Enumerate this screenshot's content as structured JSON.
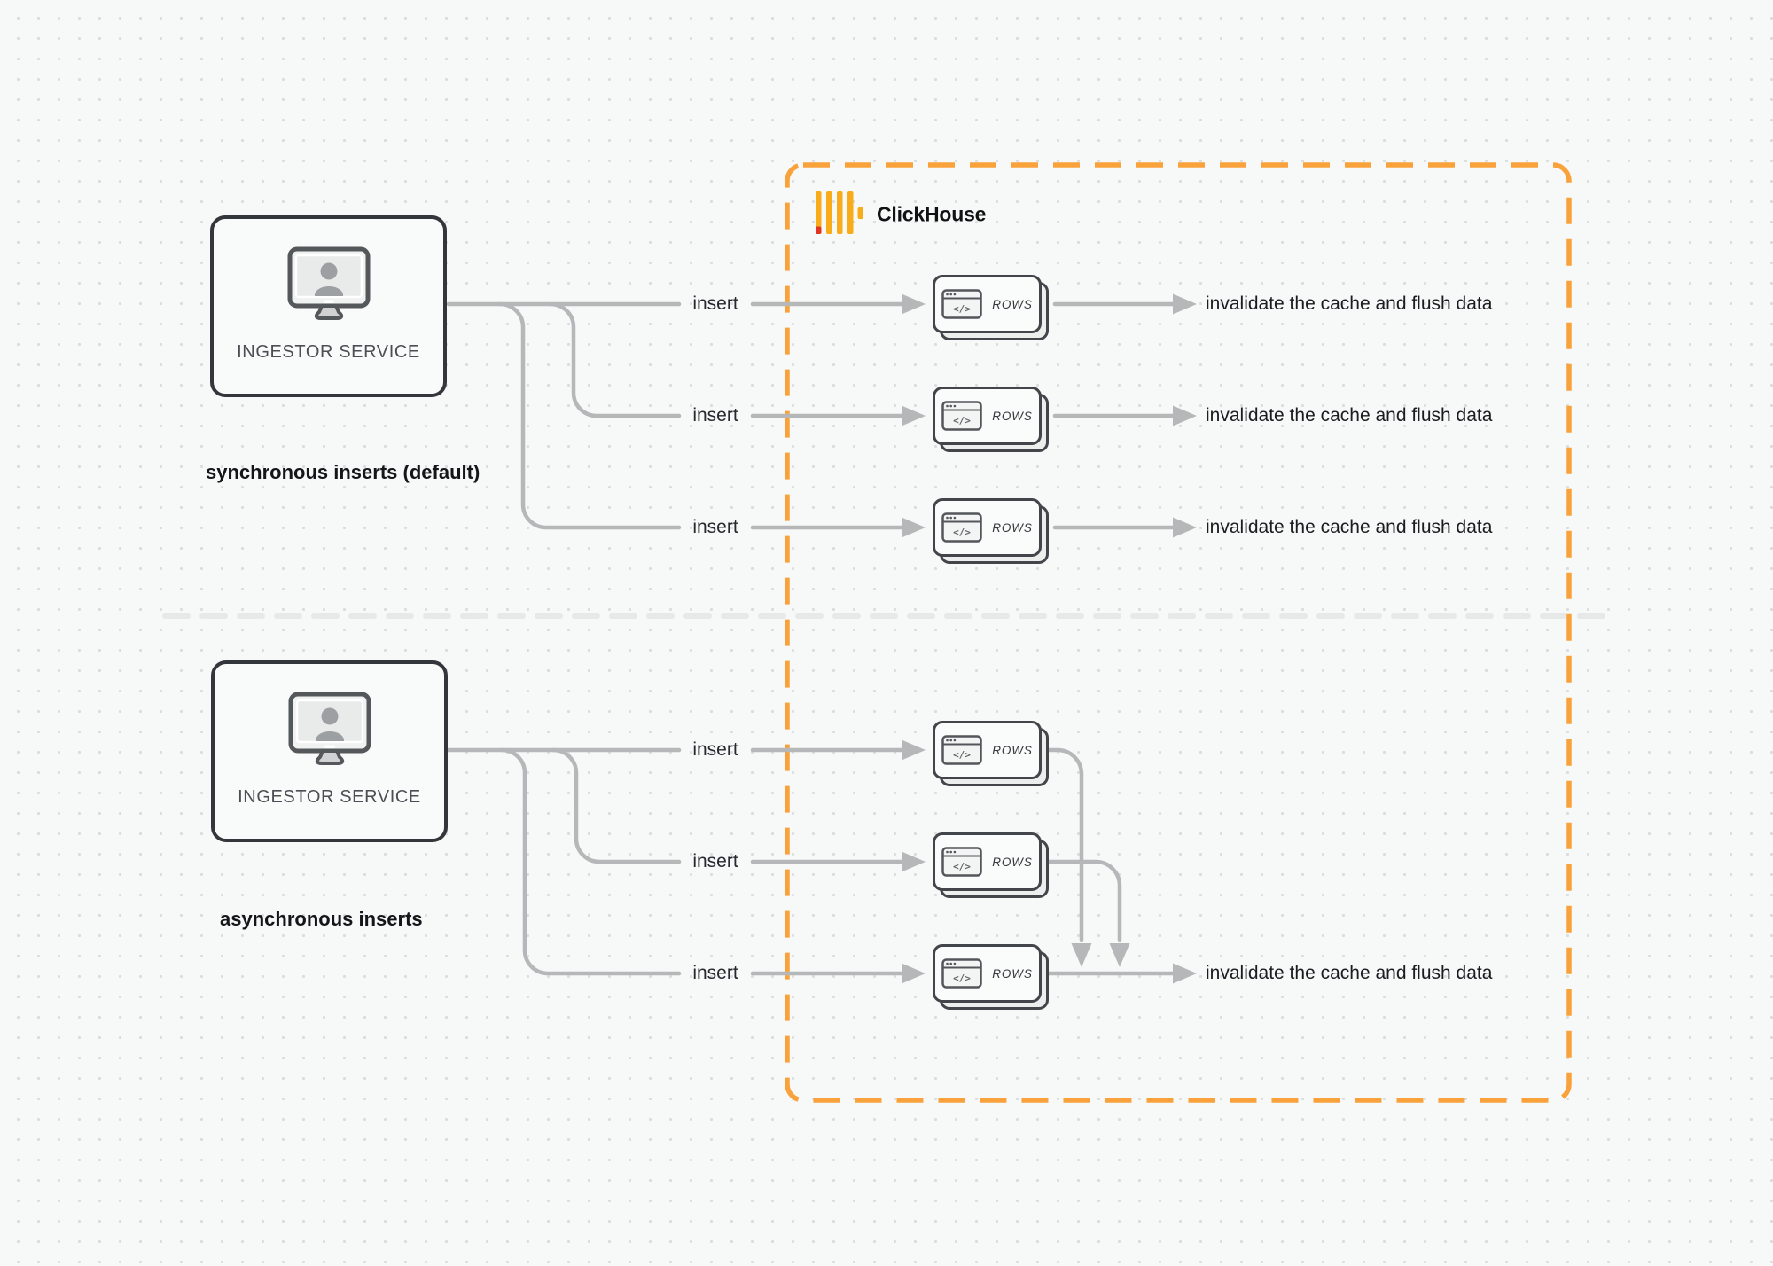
{
  "clickhouse": {
    "name": "ClickHouse"
  },
  "sync": {
    "caption": "synchronous inserts (default)",
    "service_label": "INGESTOR SERVICE",
    "rows": [
      {
        "insert": "insert",
        "node": "ROWS",
        "result": "invalidate the cache and flush data"
      },
      {
        "insert": "insert",
        "node": "ROWS",
        "result": "invalidate the cache and flush data"
      },
      {
        "insert": "insert",
        "node": "ROWS",
        "result": "invalidate the cache and flush data"
      }
    ]
  },
  "async": {
    "caption": "asynchronous inserts",
    "service_label": "INGESTOR SERVICE",
    "rows": [
      {
        "insert": "insert",
        "node": "ROWS"
      },
      {
        "insert": "insert",
        "node": "ROWS"
      },
      {
        "insert": "insert",
        "node": "ROWS"
      }
    ],
    "result": "invalidate the cache and flush data"
  },
  "icons": {
    "rows_window_code": "</>"
  },
  "colors": {
    "accent_orange": "#F9A23B",
    "logo_yellow": "#F9AC19",
    "logo_red": "#E13422",
    "connector_gray": "#B5B7B9",
    "divider_gray": "#E7E8E8"
  }
}
